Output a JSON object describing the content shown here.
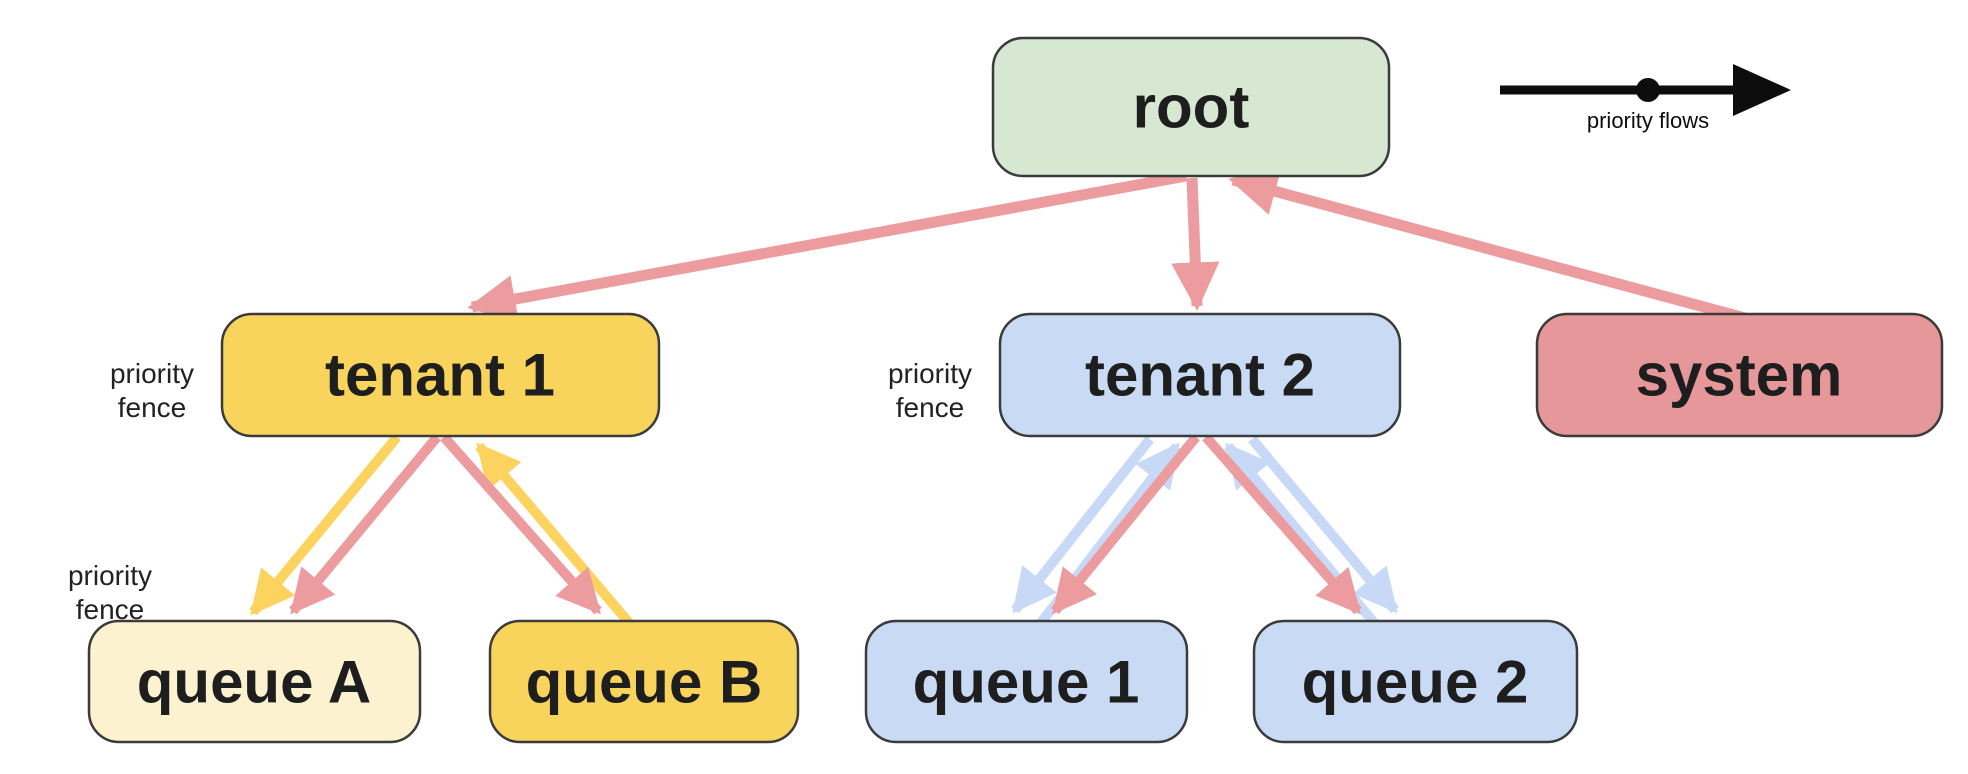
{
  "legend": {
    "label": "priority flows"
  },
  "fence": {
    "line1": "priority",
    "line2": "fence"
  },
  "nodes": {
    "root": {
      "label": "root",
      "fill": "#d7e8d2"
    },
    "tenant1": {
      "label": "tenant 1",
      "fill": "#f9d45c"
    },
    "tenant2": {
      "label": "tenant 2",
      "fill": "#c9daf5"
    },
    "system": {
      "label": "system",
      "fill": "#e59799"
    },
    "queueA": {
      "label": "queue A",
      "fill": "#fdf2d0"
    },
    "queueB": {
      "label": "queue B",
      "fill": "#f9d45c"
    },
    "queue1": {
      "label": "queue 1",
      "fill": "#c9daf5"
    },
    "queue2": {
      "label": "queue 2",
      "fill": "#c9daf5"
    }
  },
  "edges": [
    {
      "from": "root",
      "to": "tenant 1",
      "color": "pink"
    },
    {
      "from": "root",
      "to": "tenant 2",
      "color": "pink"
    },
    {
      "from": "system",
      "to": "root",
      "color": "pink"
    },
    {
      "from": "tenant 1",
      "to": "queue A",
      "color": "pink"
    },
    {
      "from": "tenant 1",
      "to": "queue B",
      "color": "pink"
    },
    {
      "from": "tenant 1",
      "to": "queue A",
      "color": "yellow"
    },
    {
      "from": "queue B",
      "to": "tenant 1",
      "color": "yellow"
    },
    {
      "from": "tenant 2",
      "to": "queue 1",
      "color": "pink"
    },
    {
      "from": "tenant 2",
      "to": "queue 2",
      "color": "pink"
    },
    {
      "from": "tenant 2",
      "to": "queue 1",
      "color": "blue"
    },
    {
      "from": "queue 1",
      "to": "tenant 2",
      "color": "blue"
    },
    {
      "from": "tenant 2",
      "to": "queue 2",
      "color": "blue"
    },
    {
      "from": "queue 2",
      "to": "tenant 2",
      "color": "blue"
    }
  ],
  "colors": {
    "pink_arrow": "#ec9c9e",
    "yellow_arrow": "#fcd35e",
    "blue_arrow": "#c7d9f7",
    "node_border": "#3b3b3b",
    "label_text": "#1e1e1e",
    "fence_text": "#222222",
    "legend_black": "#0d0d0d"
  }
}
